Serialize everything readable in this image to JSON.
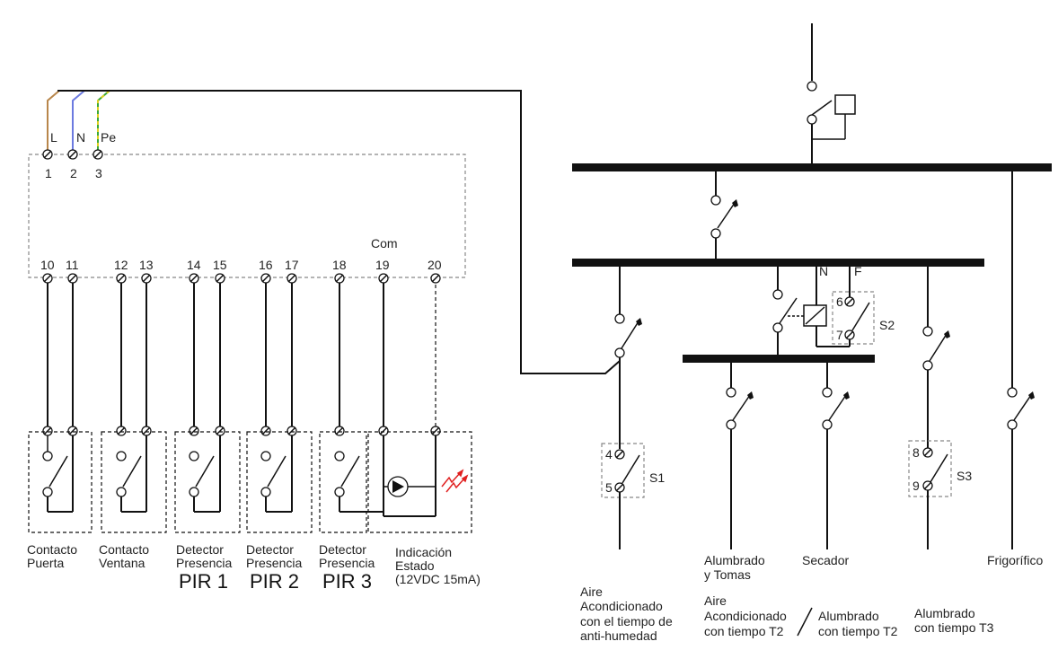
{
  "supply": {
    "l": "L",
    "n": "N",
    "pe": "Pe"
  },
  "terminals": {
    "t1": "1",
    "t2": "2",
    "t3": "3",
    "t10": "10",
    "t11": "11",
    "t12": "12",
    "t13": "13",
    "t14": "14",
    "t15": "15",
    "t16": "16",
    "t17": "17",
    "t18": "18",
    "t19": "19",
    "t20": "20",
    "com": "Com"
  },
  "inputs": {
    "door": {
      "l1": "Contacto",
      "l2": "Puerta"
    },
    "window": {
      "l1": "Contacto",
      "l2": "Ventana"
    },
    "pir1": {
      "l1": "Detector",
      "l2": "Presencia",
      "big": "PIR 1"
    },
    "pir2": {
      "l1": "Detector",
      "l2": "Presencia",
      "big": "PIR 2"
    },
    "pir3": {
      "l1": "Detector",
      "l2": "Presencia",
      "big": "PIR 3"
    },
    "status": {
      "l1": "Indicación",
      "l2": "Estado",
      "l3": "(12VDC 15mA)"
    }
  },
  "panel": {
    "nf_n": "N",
    "nf_f": "F",
    "s1": {
      "name": "S1",
      "a": "4",
      "b": "5"
    },
    "s2": {
      "name": "S2",
      "a": "6",
      "b": "7"
    },
    "s3": {
      "name": "S3",
      "a": "8",
      "b": "9"
    }
  },
  "loads": {
    "ac_antihum": {
      "l1": "Aire",
      "l2": "Acondicionado",
      "l3": "con el tiempo de",
      "l4": "anti-humedad"
    },
    "lighting": {
      "l1": "Alumbrado",
      "l2": "y Tomas"
    },
    "dryer": {
      "l1": "Secador"
    },
    "fridge": {
      "l1": "Frigorífico"
    },
    "ac_t2": {
      "l1": "Aire",
      "l2": "Acondicionado",
      "l3": "con tiempo T2"
    },
    "light_t2": {
      "l1": "Alumbrado",
      "l2": "con tiempo T2"
    },
    "light_t3": {
      "l1": "Alumbrado",
      "l2": "con tiempo T3"
    }
  },
  "colors": {
    "phase": "#b8864b",
    "neutral": "#6c7ae0",
    "earth_green": "#3aa83a",
    "earth_yellow": "#e0d020",
    "indicator": "#e02020"
  }
}
